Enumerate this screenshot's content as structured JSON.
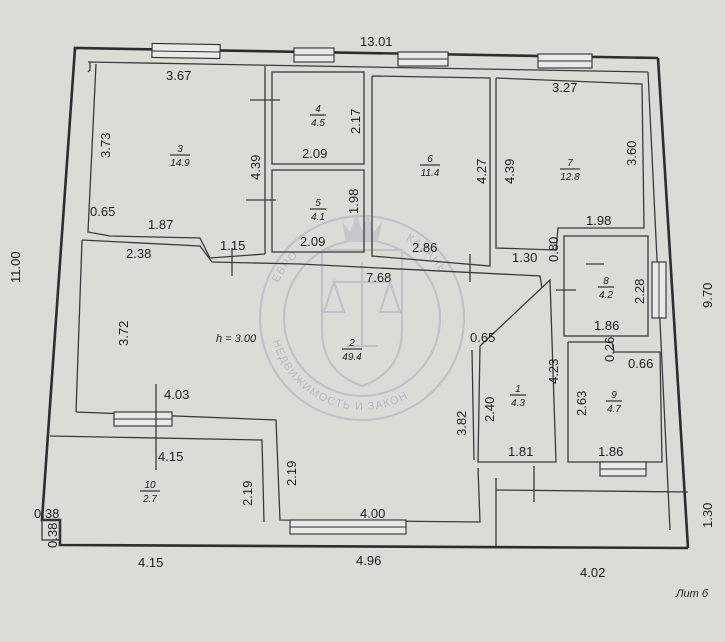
{
  "dimensions": {
    "top_total": "13.01",
    "left_total": "11.00",
    "right_upper": "9.70",
    "right_lower": "1.30",
    "bottom_left": "4.15",
    "bottom_mid": "4.96",
    "bottom_right": "4.02",
    "corner_x": "0.38",
    "corner_y": "0.38",
    "r3_width": "3.67",
    "r3_height": "3.73",
    "r3_right": "4.39",
    "r3_step": "0.65",
    "r3_bottom": "1.87",
    "r4_height": "2.17",
    "r4_bottom": "2.09",
    "r5_right": "1.98",
    "r5_bottom": "2.09",
    "door_a": "1.15",
    "r6_right": "4.27",
    "r6_bottom": "2.86",
    "r7_width": "3.27",
    "r7_left": "4.39",
    "r7_right": "3.60",
    "r7_bottom": "1.98",
    "r2_top_left": "2.38",
    "r2_left": "3.72",
    "r2_width": "7.68",
    "r2_bottom": "4.03",
    "r2_step": "0.65",
    "r2_right": "3.82",
    "r2_lower_left": "2.19",
    "r2_lower_bottom": "4.00",
    "r8_top": "1.30",
    "r8_step": "0.80",
    "r8_right": "2.28",
    "r8_bottom": "1.86",
    "r9_gap": "0.26",
    "r9_step": "0.66",
    "r9_left": "2.63",
    "r9_bottom": "1.86",
    "r1_left": "2.40",
    "r1_right": "4.23",
    "r1_bottom": "1.81",
    "r10_top": "4.15",
    "r10_right": "2.19"
  },
  "rooms": {
    "r1": {
      "num": "1",
      "area": "4.3"
    },
    "r2": {
      "num": "2",
      "area": "49.4"
    },
    "r3": {
      "num": "3",
      "area": "14.9"
    },
    "r4": {
      "num": "4",
      "area": "4.5"
    },
    "r5": {
      "num": "5",
      "area": "4.1"
    },
    "r6": {
      "num": "6",
      "area": "11.4"
    },
    "r7": {
      "num": "7",
      "area": "12.8"
    },
    "r8": {
      "num": "8",
      "area": "4.2"
    },
    "r9": {
      "num": "9",
      "area": "4.7"
    },
    "r10": {
      "num": "10",
      "area": "2.7"
    }
  },
  "height_note": "h = 3.00",
  "watermark": {
    "text_bottom": "НЕДВИЖИМОСТЬ И ЗАКОН",
    "text_top_left": "ЕВРО",
    "text_top_right": "КАЗАНЬ"
  },
  "footer_label": "Лит б"
}
